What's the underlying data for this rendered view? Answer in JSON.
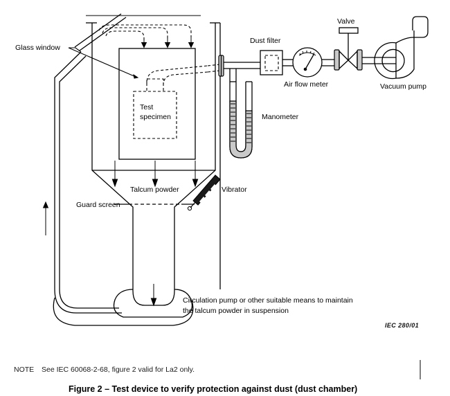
{
  "figure": {
    "id_reference": "IEC   280/01",
    "note_prefix": "NOTE",
    "note_text": "See IEC 60068-2-68, figure 2 valid for La2 only.",
    "caption": "Figure 2 – Test device to verify protection against dust (dust chamber)"
  },
  "labels": {
    "glass_window": "Glass window",
    "test_specimen_line1": "Test",
    "test_specimen_line2": "specimen",
    "dust_filter": "Dust filter",
    "valve": "Valve",
    "air_flow_meter": "Air flow meter",
    "vacuum_pump": "Vacuum pump",
    "manometer": "Manometer",
    "talcum_powder": "Talcum powder",
    "vibrator": "Vibrator",
    "guard_screen": "Guard screen",
    "circulation_pump_line1": "Circulation pump or other suitable means to maintain",
    "circulation_pump_line2": "the talcum powder in suspension"
  },
  "colors": {
    "ink": "#000000",
    "paper": "#ffffff",
    "fluid": "#c9c9c9",
    "note_ink": "#1a1a1a"
  }
}
